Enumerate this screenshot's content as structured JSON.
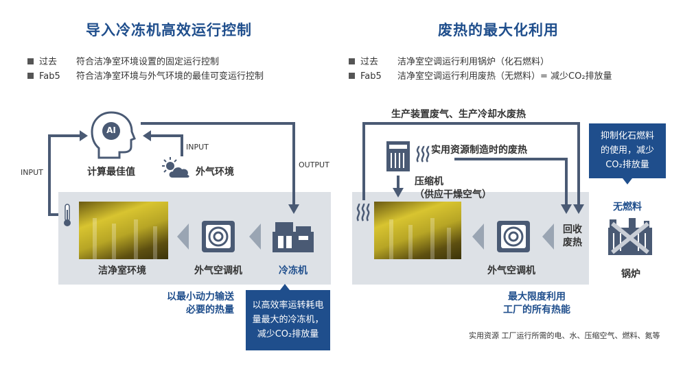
{
  "left": {
    "title": "导入冷冻机高效运行控制",
    "bullets": [
      {
        "key": "过去",
        "text": "符合洁净室环境设置的固定运行控制"
      },
      {
        "key": "Fab5",
        "text": "符合洁净室环境与外气环境的最佳可变运行控制"
      }
    ],
    "ai_icon_text": "AI",
    "ai_label": "计算最佳值",
    "weather_label": "外气环境",
    "input_left": "INPUT",
    "input_top": "INPUT",
    "output": "OUTPUT",
    "cleanroom_label": "洁净室环境",
    "ahu_label": "外气空调机",
    "chiller_label": "冷冻机",
    "note_lines": [
      "以最小动力输送",
      "必要的热量"
    ],
    "callout_lines": [
      "以高效率运转耗电",
      "量最大的冷冻机，",
      "减少CO₂排放量"
    ]
  },
  "right": {
    "title": "废热的最大化利用",
    "bullets": [
      {
        "key": "过去",
        "text": "洁净室空调运行利用锅炉（化石燃料）"
      },
      {
        "key": "Fab5",
        "text": "洁净室空调运行利用废热（无燃料）= 减少CO₂排放量"
      }
    ],
    "top_flow_label": "生产装置废气、生产冷却水废热",
    "resource_label": "实用资源制造时的废热",
    "compressor_lines": [
      "压缩机",
      "（供应干燥空气）"
    ],
    "recover_lines": [
      "回收",
      "废热"
    ],
    "ahu_label": "外气空调机",
    "callout_lines": [
      "抑制化石燃料",
      "的使用，减少",
      "CO₂排放量"
    ],
    "no_fuel_label": "无燃料",
    "boiler_label": "锅炉",
    "note_lines": [
      "最大限度利用",
      "工厂的所有热能"
    ],
    "footnote": "实用资源  工厂运行所需的电、水、压缩空气、燃料、氮等"
  },
  "colors": {
    "accent": "#1f4e8c",
    "arrow": "#4a5a74",
    "panel": "#dde1e6",
    "chevron": "#9aa5b3"
  }
}
